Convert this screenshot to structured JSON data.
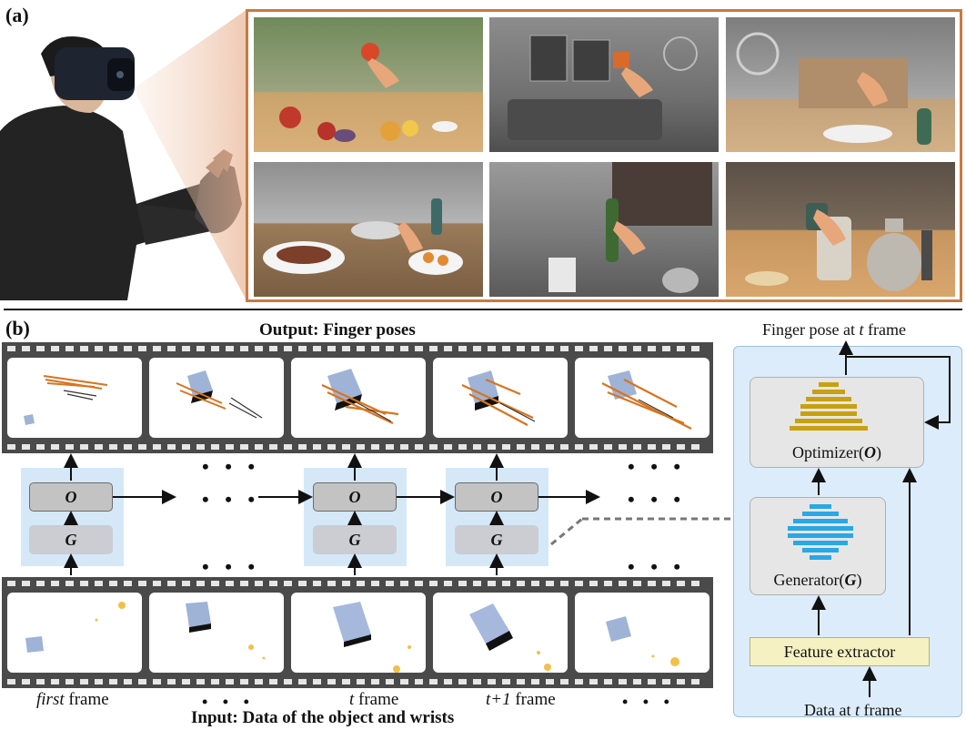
{
  "panel_a": {
    "label": "(a)"
  },
  "panel_b": {
    "label": "(b)",
    "output_title": "Output: Finger poses",
    "input_title": "Input: Data of the object and wrists",
    "optimizer_letter": "O",
    "generator_letter": "G",
    "ellipsis": "• • •",
    "frame_captions": {
      "first_italic": "first",
      "first_rest": " frame",
      "t_italic": "t",
      "t_rest": " frame",
      "t1_italic": "t+1",
      "t1_rest": " frame"
    }
  },
  "detail": {
    "top_label_prefix": "Finger pose at ",
    "top_label_italic": "t",
    "top_label_suffix": " frame",
    "optimizer_prefix": "Optimizer(",
    "optimizer_letter": "O",
    "optimizer_suffix": ")",
    "generator_prefix": "Generator(",
    "generator_letter": "G",
    "generator_suffix": ")",
    "feature_extractor": "Feature extractor",
    "bottom_label_prefix": "Data at ",
    "bottom_label_italic": "t",
    "bottom_label_suffix": " frame"
  },
  "colors": {
    "accent_orange": "#c97a40",
    "optimizer_bars": "#c8a10f",
    "generator_bars": "#29a7e6",
    "highlight_blue": "#d4e8f8",
    "feature_box": "#f5f1c2"
  },
  "icons": {
    "hand": "hand-icon",
    "cube": "cube-icon"
  }
}
